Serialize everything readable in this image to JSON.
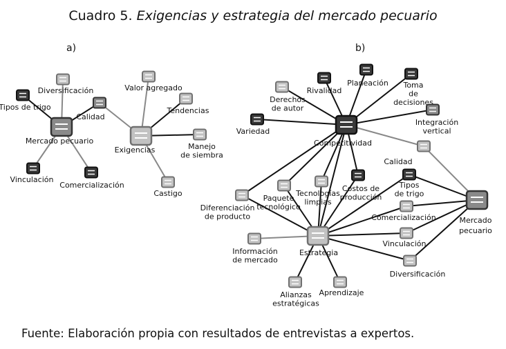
{
  "title": {
    "number": "Cuadro 5.",
    "text": "Exigencias y estrategia del mercado pecuario"
  },
  "footer": "Fuente: Elaboración propia con resultados de entrevistas a expertos.",
  "colors": {
    "dark": "#333333",
    "medium": "#777777",
    "light": "#aaaaaa",
    "edge_dark": "#111111",
    "edge_gray": "#888888"
  },
  "diagram_a": {
    "panel_label": "a)",
    "nodes": [
      {
        "id": "a_mercado",
        "label": "Mercado pecuario",
        "size": "big",
        "shade": "medium",
        "hub": true
      },
      {
        "id": "a_exigencias",
        "label": "Exigencias",
        "size": "big",
        "shade": "light",
        "hub": true
      },
      {
        "id": "a_diversificacion",
        "label": "Diversificación",
        "size": "small",
        "shade": "light"
      },
      {
        "id": "a_tipos",
        "label": "Tipos de trigo",
        "size": "small",
        "shade": "dark"
      },
      {
        "id": "a_calidad",
        "label": "Calidad",
        "size": "small",
        "shade": "medium"
      },
      {
        "id": "a_vinculacion",
        "label": "Vinculación",
        "size": "small",
        "shade": "dark"
      },
      {
        "id": "a_comercializacion",
        "label": "Comercialización",
        "size": "small",
        "shade": "dark"
      },
      {
        "id": "a_valor",
        "label": "Valor agregado",
        "size": "small",
        "shade": "light"
      },
      {
        "id": "a_tendencias",
        "label": "Tendencias",
        "size": "small",
        "shade": "light"
      },
      {
        "id": "a_manejo",
        "label": "Manejo\nde siembra",
        "size": "small",
        "shade": "light"
      },
      {
        "id": "a_castigo",
        "label": "Castigo",
        "size": "small",
        "shade": "light"
      }
    ],
    "edges": [
      [
        "a_mercado",
        "a_diversificacion",
        "gray"
      ],
      [
        "a_mercado",
        "a_tipos",
        "dark"
      ],
      [
        "a_mercado",
        "a_calidad",
        "dark"
      ],
      [
        "a_mercado",
        "a_vinculacion",
        "gray"
      ],
      [
        "a_mercado",
        "a_comercializacion",
        "gray"
      ],
      [
        "a_exigencias",
        "a_calidad",
        "gray"
      ],
      [
        "a_exigencias",
        "a_valor",
        "gray"
      ],
      [
        "a_exigencias",
        "a_tendencias",
        "dark"
      ],
      [
        "a_exigencias",
        "a_manejo",
        "dark"
      ],
      [
        "a_exigencias",
        "a_castigo",
        "gray"
      ]
    ]
  },
  "diagram_b": {
    "panel_label": "b)",
    "nodes": [
      {
        "id": "b_comp",
        "label": "Competitividad",
        "size": "big",
        "shade": "dark",
        "hub": true
      },
      {
        "id": "b_estr",
        "label": "Estrategia",
        "size": "big",
        "shade": "light",
        "hub": true
      },
      {
        "id": "b_merc",
        "label": "Mercado\npecuario",
        "size": "big",
        "shade": "medium",
        "hub": true
      },
      {
        "id": "b_derechos",
        "label": "Derechos\nde autor",
        "size": "small",
        "shade": "light"
      },
      {
        "id": "b_rivalidad",
        "label": "Rivalidad",
        "size": "small",
        "shade": "dark"
      },
      {
        "id": "b_planeacion",
        "label": "Planeación",
        "size": "small",
        "shade": "dark"
      },
      {
        "id": "b_toma",
        "label": "Toma\nde\ndecisiones",
        "size": "small",
        "shade": "dark"
      },
      {
        "id": "b_integracion",
        "label": "Integración\nvertical",
        "size": "small",
        "shade": "medium"
      },
      {
        "id": "b_variedad",
        "label": "Variedad",
        "size": "small",
        "shade": "dark"
      },
      {
        "id": "b_calidad",
        "label": "Calidad",
        "size": "small",
        "shade": "light"
      },
      {
        "id": "b_tipos",
        "label": "Tipos\nde trigo",
        "size": "small",
        "shade": "dark"
      },
      {
        "id": "b_costos",
        "label": "Costos de\nproducción",
        "size": "small",
        "shade": "dark"
      },
      {
        "id": "b_tecnologias",
        "label": "Tecnologías\nlimpias",
        "size": "small",
        "shade": "light"
      },
      {
        "id": "b_paquete",
        "label": "Paquete\ntecnológico",
        "size": "small",
        "shade": "light"
      },
      {
        "id": "b_diferenciacion",
        "label": "Diferenciación\nde producto",
        "size": "small",
        "shade": "light"
      },
      {
        "id": "b_comercializacion",
        "label": "Comercialización",
        "size": "small",
        "shade": "light"
      },
      {
        "id": "b_vinculacion",
        "label": "Vinculación",
        "size": "small",
        "shade": "light"
      },
      {
        "id": "b_informacion",
        "label": "Información\nde mercado",
        "size": "small",
        "shade": "light"
      },
      {
        "id": "b_diversificacion",
        "label": "Diversificación",
        "size": "small",
        "shade": "light"
      },
      {
        "id": "b_alianzas",
        "label": "Alianzas\nestratégicas",
        "size": "small",
        "shade": "light"
      },
      {
        "id": "b_aprendizaje",
        "label": "Aprendizaje",
        "size": "small",
        "shade": "light"
      }
    ],
    "edges": [
      [
        "b_comp",
        "b_derechos",
        "dark"
      ],
      [
        "b_comp",
        "b_rivalidad",
        "dark"
      ],
      [
        "b_comp",
        "b_planeacion",
        "dark"
      ],
      [
        "b_comp",
        "b_toma",
        "dark"
      ],
      [
        "b_comp",
        "b_integracion",
        "dark"
      ],
      [
        "b_comp",
        "b_variedad",
        "dark"
      ],
      [
        "b_comp",
        "b_calidad",
        "gray"
      ],
      [
        "b_calidad",
        "b_merc",
        "gray"
      ],
      [
        "b_comp",
        "b_diferenciacion",
        "dark"
      ],
      [
        "b_comp",
        "b_paquete",
        "dark"
      ],
      [
        "b_comp",
        "b_tecnologias",
        "dark"
      ],
      [
        "b_comp",
        "b_costos",
        "dark"
      ],
      [
        "b_comp",
        "b_estr",
        "dark"
      ],
      [
        "b_estr",
        "b_diferenciacion",
        "dark"
      ],
      [
        "b_estr",
        "b_paquete",
        "dark"
      ],
      [
        "b_estr",
        "b_tecnologias",
        "dark"
      ],
      [
        "b_estr",
        "b_costos",
        "dark"
      ],
      [
        "b_estr",
        "b_tipos",
        "dark"
      ],
      [
        "b_estr",
        "b_comercializacion",
        "dark"
      ],
      [
        "b_estr",
        "b_vinculacion",
        "dark"
      ],
      [
        "b_estr",
        "b_informacion",
        "gray"
      ],
      [
        "b_estr",
        "b_diversificacion",
        "dark"
      ],
      [
        "b_estr",
        "b_alianzas",
        "dark"
      ],
      [
        "b_estr",
        "b_aprendizaje",
        "dark"
      ],
      [
        "b_tipos",
        "b_merc",
        "dark"
      ],
      [
        "b_comercializacion",
        "b_merc",
        "dark"
      ],
      [
        "b_vinculacion",
        "b_merc",
        "dark"
      ],
      [
        "b_diversificacion",
        "b_merc",
        "dark"
      ]
    ]
  }
}
